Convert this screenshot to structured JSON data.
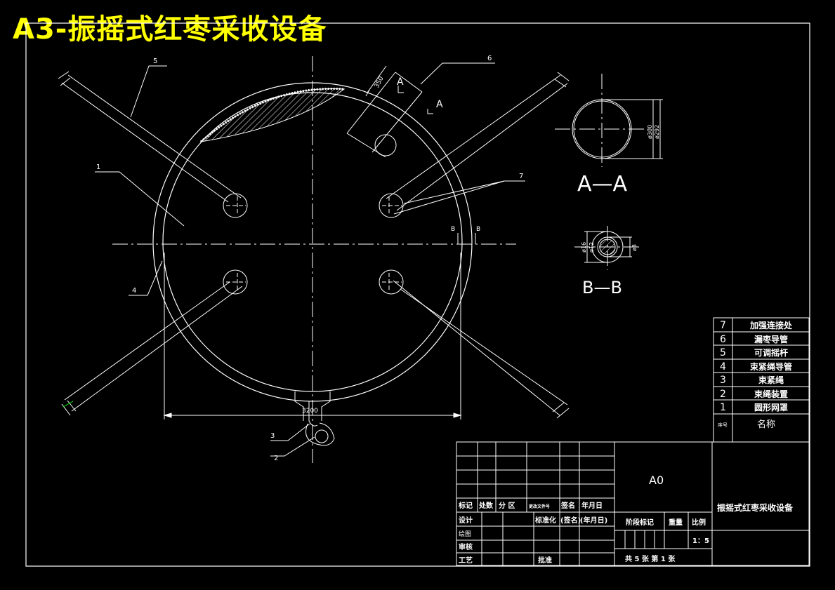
{
  "title": "A3-振摇式红枣采收设备",
  "callouts": [
    "1",
    "2",
    "3",
    "4",
    "5",
    "6",
    "7"
  ],
  "dimensions": {
    "width": "3200",
    "pipe_offset": "350",
    "aa_outer": "ø300",
    "aa_inner": "ø292",
    "bb_d1": "ø16",
    "bb_d2": "ø12",
    "bb_d3": "ø8"
  },
  "section_marks": {
    "a_upper": "A",
    "a_lower": "A",
    "b_left": "B",
    "b_right": "B",
    "aa_label": "A—A",
    "bb_label": "B—B"
  },
  "parts_list": {
    "rows": [
      {
        "no": "7",
        "name": "加强连接处"
      },
      {
        "no": "6",
        "name": "漏枣导管"
      },
      {
        "no": "5",
        "name": "可调摇杆"
      },
      {
        "no": "4",
        "name": "束紧绳导管"
      },
      {
        "no": "3",
        "name": "束紧绳"
      },
      {
        "no": "2",
        "name": "束绳装置"
      },
      {
        "no": "1",
        "name": "圆形网罩"
      }
    ],
    "header_no": "序号",
    "header_name": "名称"
  },
  "title_block": {
    "sheet_size": "A0",
    "drawing_name": "振摇式红枣采收设备",
    "rev_headers": [
      "标记",
      "处数",
      "分 区",
      "更改文件号",
      "签名",
      "年月日"
    ],
    "design": "设计",
    "standardize": "标准化",
    "sign_paren": "(签名)",
    "date_paren": "(年月日)",
    "draw": "绘图",
    "check": "审核",
    "process": "工艺",
    "approve": "批准",
    "stage_mark": "阶段标记",
    "weight": "重量",
    "scale_label": "比例",
    "scale_value": "1：5",
    "sheets": "共 5 张  第 1 张"
  },
  "colors": {
    "line": "#ffffff",
    "title": "#ffff00",
    "accent": "#00ff00",
    "background": "#000000"
  }
}
